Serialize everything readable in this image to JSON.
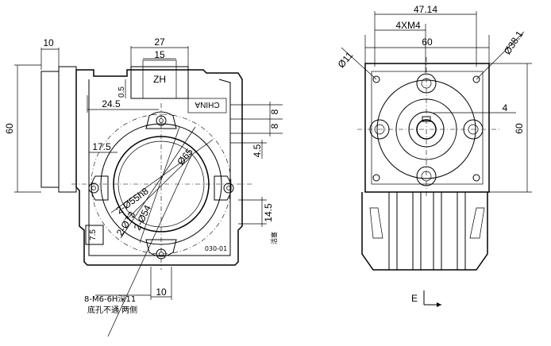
{
  "front_view": {
    "dims": {
      "d10_top": "10",
      "d27": "27",
      "d15": "15",
      "zh": "ZH",
      "d0_5": "0.5",
      "d24_5": "24.5",
      "d8_a": "8",
      "d8_b": "8",
      "d60": "60",
      "d17_5": "17.5",
      "d4_5": "4.5",
      "d7_5": "7.5",
      "d14_5": "14.5",
      "d10_bottom": "10"
    },
    "diameters": {
      "d55h8": "2-Ø55h8",
      "d65": "Ø65",
      "d54": "2-Ø54",
      "d73": "2-Ø73"
    },
    "labels": {
      "china": "CHINA",
      "part_no": "030-01",
      "ventilation": "活塞"
    },
    "thread_note_line1": "8-M6-6H深11",
    "thread_note_line2": "底孔不通  两侧"
  },
  "side_view": {
    "dims": {
      "d47_14": "47.14",
      "d4xm4": "4XM4",
      "d60_top": "60",
      "d38_1": "Ø38.1",
      "d11": "Ø11",
      "d4": "4",
      "d60_right": "60"
    },
    "section_label": "E"
  }
}
